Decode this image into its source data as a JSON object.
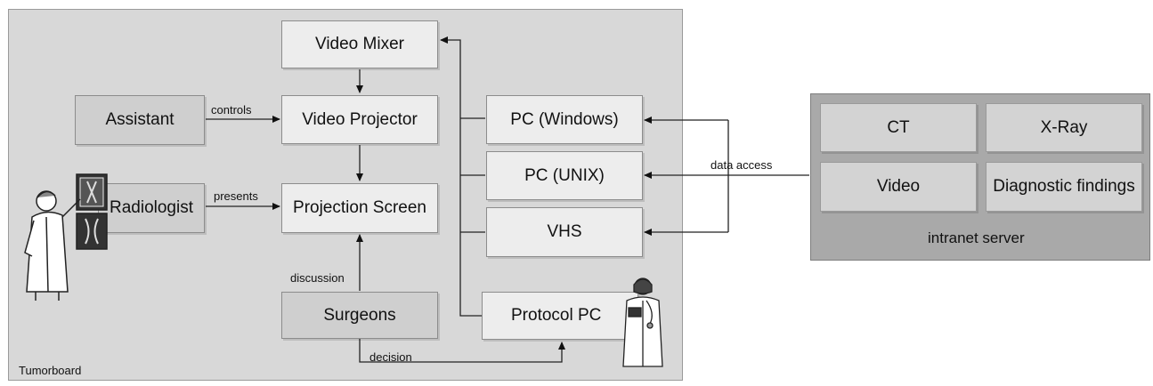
{
  "tumorboard": {
    "label": "Tumorboard",
    "nodes": {
      "video_mixer": "Video Mixer",
      "assistant": "Assistant",
      "video_projector": "Video Projector",
      "radiologist": "Radiologist",
      "projection_screen": "Projection Screen",
      "surgeons": "Surgeons",
      "pc_windows": "PC (Windows)",
      "pc_unix": "PC (UNIX)",
      "vhs": "VHS",
      "protocol_pc": "Protocol PC"
    },
    "edges": {
      "controls": "controls",
      "presents": "presents",
      "discussion": "discussion",
      "decision": "decision"
    }
  },
  "data_access_label": "data access",
  "intranet_server": {
    "label": "intranet server",
    "items": {
      "ct": "CT",
      "xray": "X-Ray",
      "video": "Video",
      "diagnostic": "Diagnostic findings"
    }
  },
  "colors": {
    "tumorboard_bg": "#d8d8d8",
    "server_bg": "#a9a9a9",
    "light_box": "#ededed",
    "mid_box": "#cfcfcf"
  },
  "icons": [
    "radiologist-icon",
    "doctor-icon"
  ]
}
